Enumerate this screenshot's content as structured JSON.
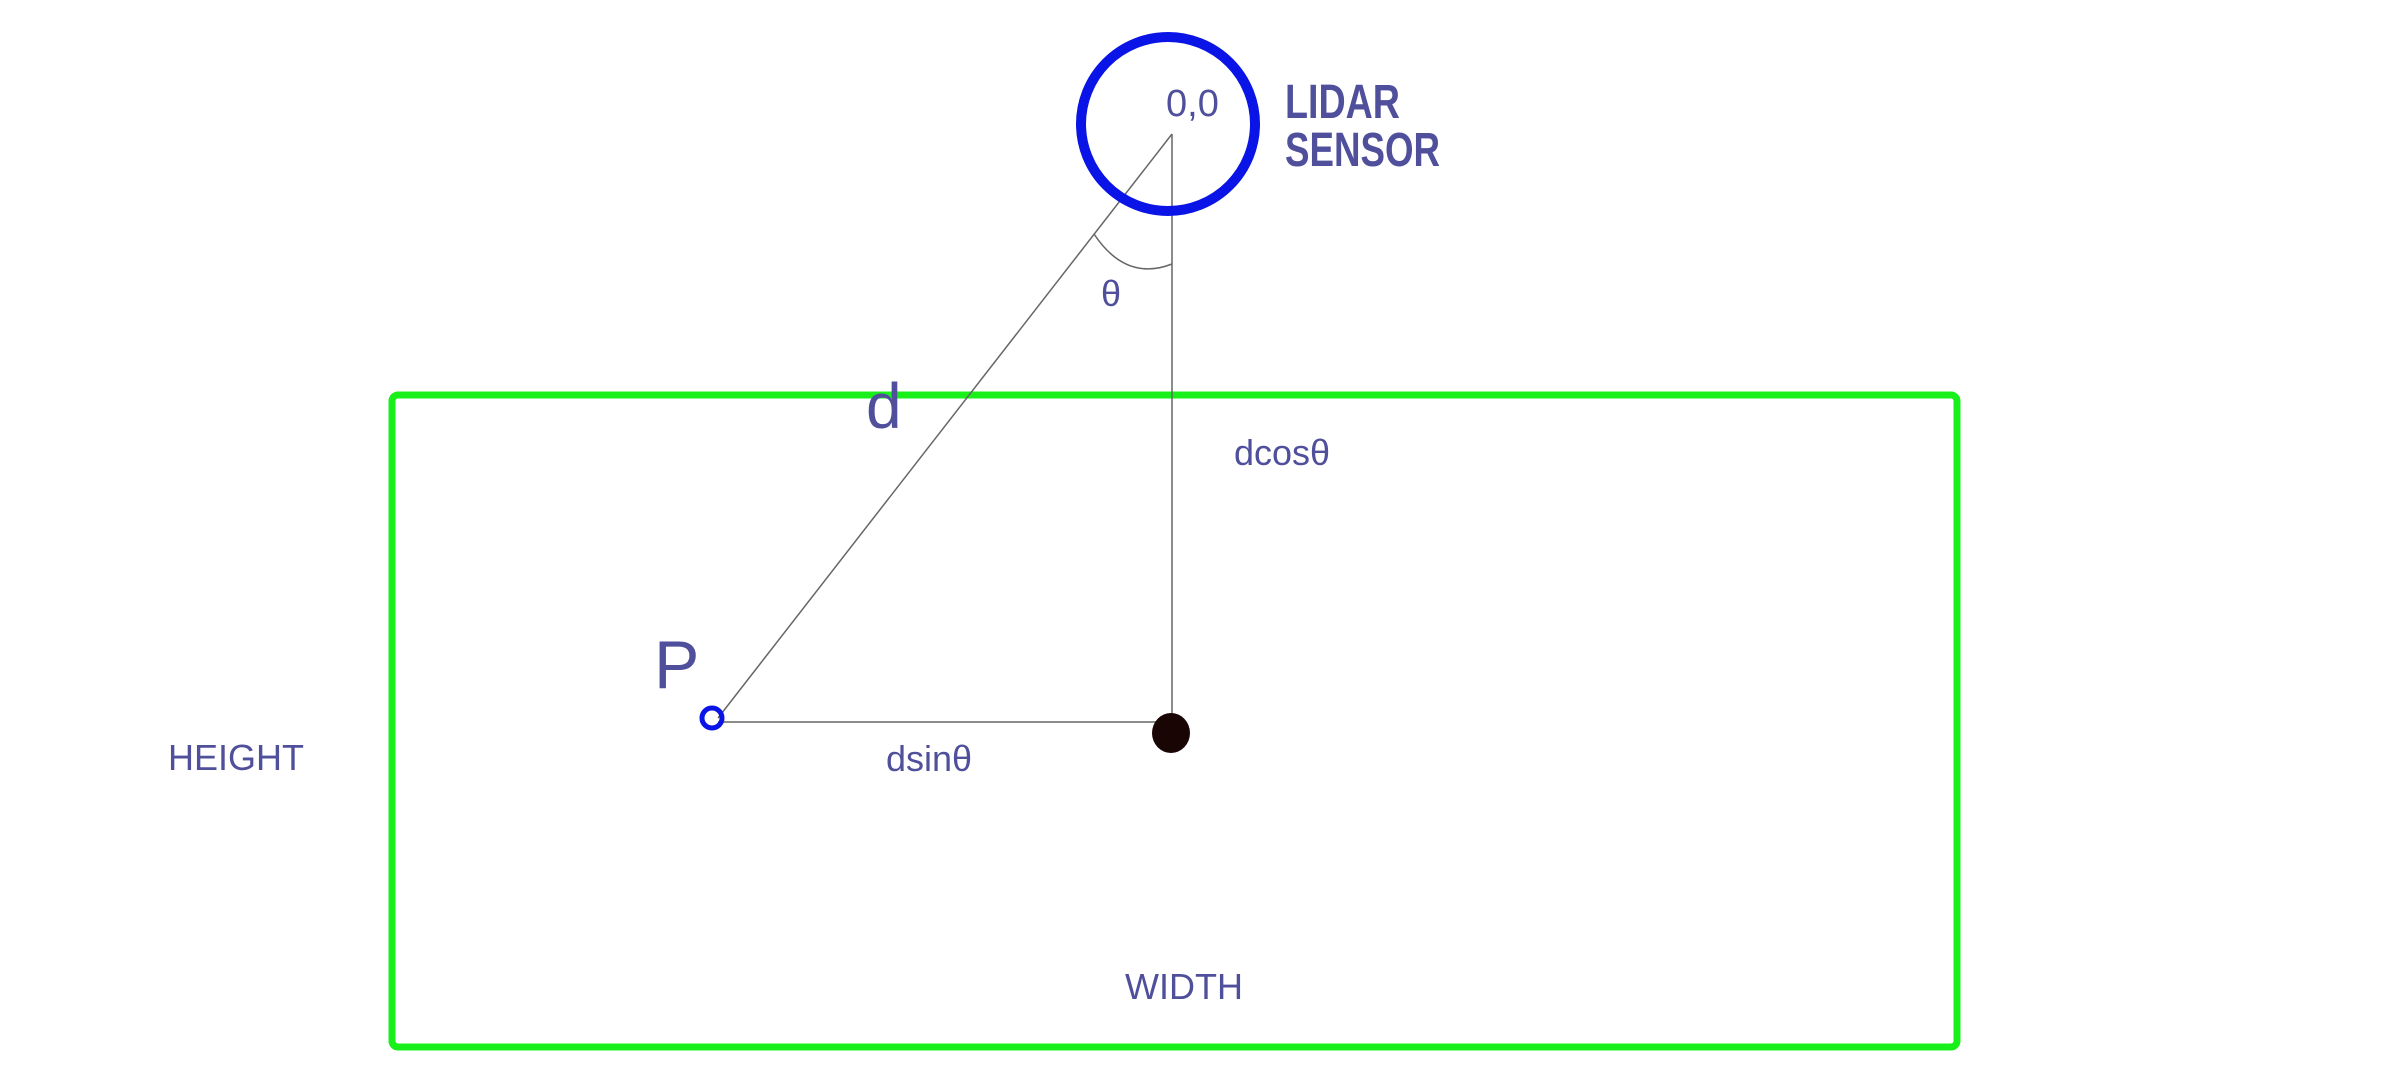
{
  "diagram": {
    "labels": {
      "origin": "0,0",
      "sensor_line1": "LIDAR",
      "sensor_line2": "SENSOR",
      "theta": "θ",
      "distance": "d",
      "dcos": "dcosθ",
      "point": "P",
      "dsin": "dsinθ",
      "height": "HEIGHT",
      "width": "WIDTH"
    },
    "colors": {
      "label": "#4f4f9c",
      "sensor_ring": "#0a14e6",
      "point_marker": "#0a14e6",
      "room_border": "#19ef19",
      "construction_line": "#666666",
      "reference_dot": "#1a0505",
      "background": "#ffffff"
    }
  }
}
